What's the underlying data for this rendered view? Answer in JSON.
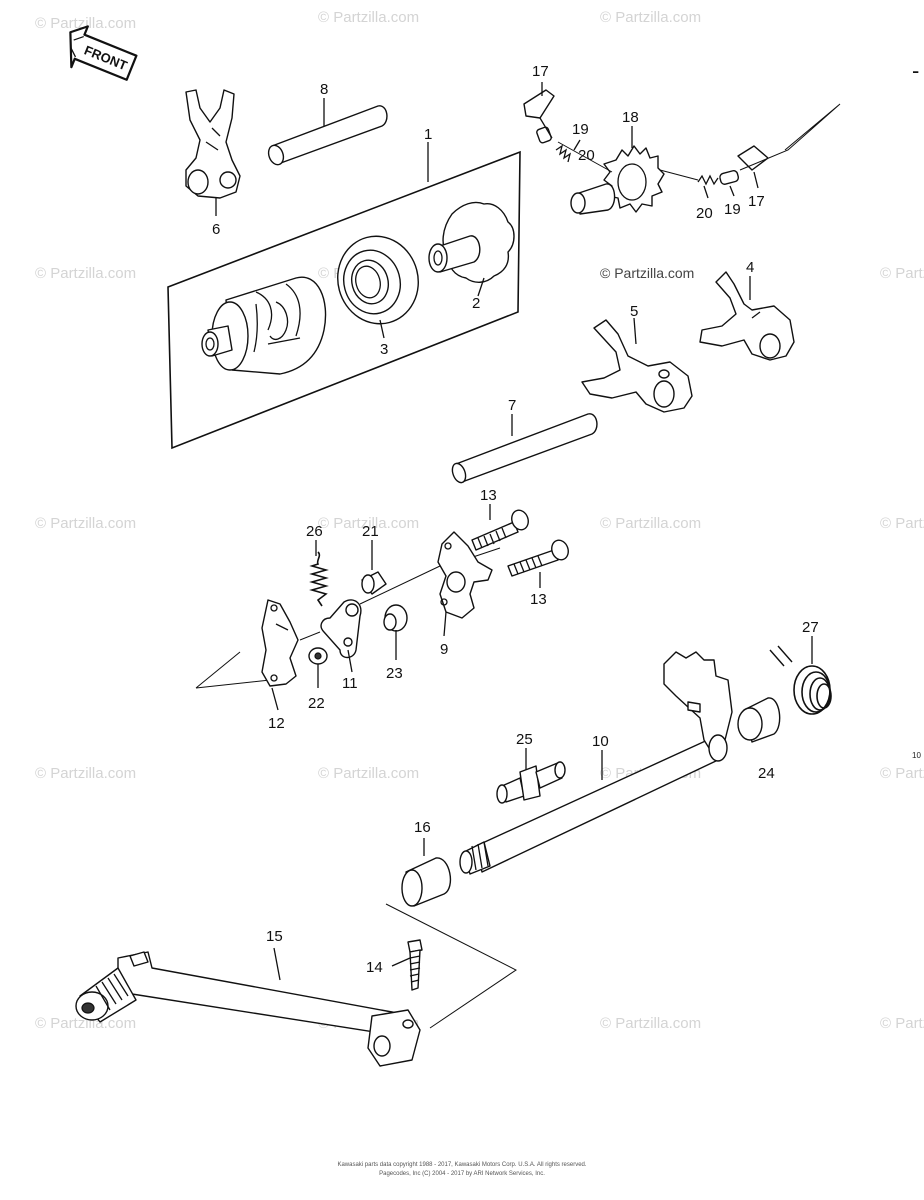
{
  "watermark": "© Partzilla.com",
  "front_label": "FRONT",
  "part_numbers": {
    "p1": "1",
    "p2": "2",
    "p3": "3",
    "p4": "4",
    "p5": "5",
    "p6": "6",
    "p7": "7",
    "p8": "8",
    "p9": "9",
    "p10": "10",
    "p11": "11",
    "p12": "12",
    "p13": "13",
    "p14": "14",
    "p15": "15",
    "p16": "16",
    "p17": "17",
    "p18": "18",
    "p19": "19",
    "p20": "20",
    "p21": "21",
    "p22": "22",
    "p23": "23",
    "p24": "24",
    "p25": "25",
    "p26": "26",
    "p27": "27"
  },
  "edge_marks": {
    "dash": "-",
    "ref": "10"
  },
  "footer": {
    "line1": "Kawasaki parts data copyright 1988 - 2017, Kawasaki Motors Corp. U.S.A. All rights reserved.",
    "line2": "Pagecodes, Inc (C) 2004 - 2017 by ARI Network Services, Inc."
  }
}
